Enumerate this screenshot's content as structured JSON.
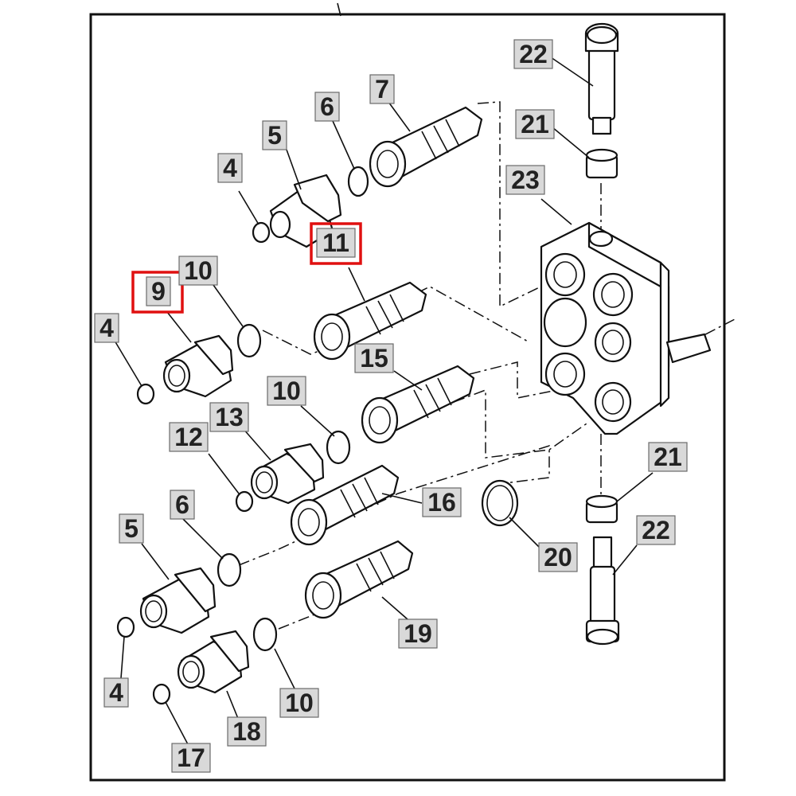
{
  "labels": {
    "c4a": "4",
    "c5a": "5",
    "c6a": "6",
    "c7": "7",
    "c11": "11",
    "c9": "9",
    "c10a": "10",
    "c4b": "4",
    "c15": "15",
    "c10b": "10",
    "c13": "13",
    "c12": "12",
    "c6b": "6",
    "c5b": "5",
    "c16": "16",
    "c20": "20",
    "c4c": "4",
    "c10c": "10",
    "c19": "19",
    "c18": "18",
    "c17": "17",
    "c22a": "22",
    "c21a": "21",
    "c23": "23",
    "c21b": "21",
    "c22b": "22"
  },
  "highlighted": [
    "9",
    "11"
  ],
  "colors": {
    "highlight": "#e01010",
    "callout_bg": "#d9d9d9"
  }
}
